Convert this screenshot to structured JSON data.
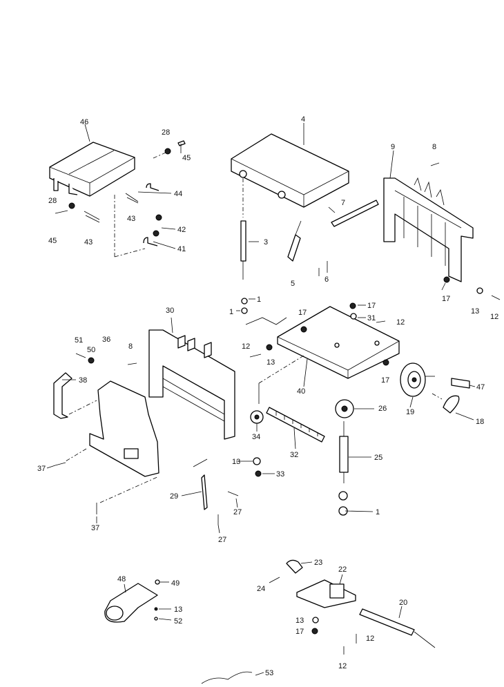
{
  "labels": {
    "l46": "46",
    "l28a": "28",
    "l45a": "45",
    "l44": "44",
    "l43a": "43",
    "l42": "42",
    "l41": "41",
    "l28b": "28",
    "l45b": "45",
    "l43b": "43",
    "l4": "4",
    "l3": "3",
    "l5": "5",
    "l6": "6",
    "l7": "7",
    "l8a": "8",
    "l9": "9",
    "l17a": "17",
    "l13a": "13",
    "l12a": "12",
    "l1a": "1",
    "l1b": "1",
    "l17b": "17",
    "l31": "31",
    "l12b": "12",
    "l17c": "17",
    "l17d": "17",
    "l12c": "12",
    "l13b": "13",
    "l40": "40",
    "l30": "30",
    "l51": "51",
    "l36": "36",
    "l50": "50",
    "l8b": "8",
    "l38": "38",
    "l47": "47",
    "l19": "19",
    "l18": "18",
    "l26": "26",
    "l34": "34",
    "l32": "32",
    "l25": "25",
    "l13c": "13",
    "l33": "33",
    "l37a": "37",
    "l29": "29",
    "l27a": "27",
    "l27b": "27",
    "l37b": "37",
    "l1c": "1",
    "l23": "23",
    "l22": "22",
    "l24": "24",
    "l48": "48",
    "l49": "49",
    "l13d": "13",
    "l52": "52",
    "l20": "20",
    "l13e": "13",
    "l17e": "17",
    "l12d": "12",
    "l12e": "12",
    "l53": "53"
  }
}
